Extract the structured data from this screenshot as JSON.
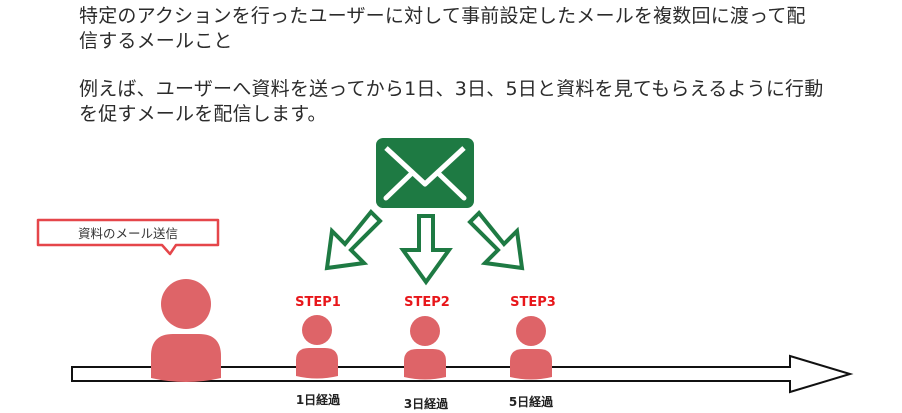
{
  "description": {
    "line1": "特定のアクションを行ったユーザーに対して事前設定したメールを複数回に渡って配信するメールこと",
    "line2": "例えば、ユーザーへ資料を送ってから1日、3日、5日と資料を見てもらえるように行動を促すメールを配信します。"
  },
  "callout": {
    "text": "資料のメール送信"
  },
  "steps": [
    {
      "label": "STEP1",
      "day": "1日経過"
    },
    {
      "label": "STEP2",
      "day": "3日経過"
    },
    {
      "label": "STEP3",
      "day": "5日経過"
    }
  ],
  "colors": {
    "person": "#de6468",
    "envelope": "#1e7a43",
    "arrow_outline": "#1e7a43",
    "step_text": "#e8161a",
    "callout_border": "#e5464a"
  },
  "icons": {
    "mail": "envelope-icon",
    "person": "person-icon",
    "timeline": "timeline-arrow"
  }
}
